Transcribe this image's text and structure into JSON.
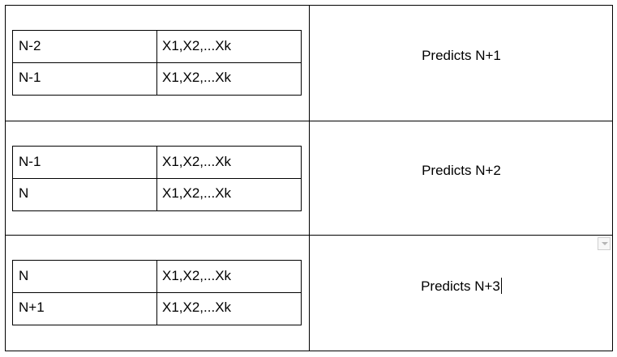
{
  "rows": [
    {
      "inner": [
        {
          "label": "N-2",
          "features": "X1,X2,...Xk"
        },
        {
          "label": "N-1",
          "features": "X1,X2,...Xk"
        }
      ],
      "prediction": "Predicts N+1"
    },
    {
      "inner": [
        {
          "label": "N-1",
          "features": "X1,X2,...Xk"
        },
        {
          "label": "N",
          "features": "X1,X2,...Xk"
        }
      ],
      "prediction": "Predicts N+2"
    },
    {
      "inner": [
        {
          "label": "N",
          "features": "X1,X2,...Xk"
        },
        {
          "label": "N+1",
          "features": "X1,X2,...Xk"
        }
      ],
      "prediction": "Predicts N+3"
    }
  ],
  "icons": {
    "dropdown": "chevron-down-icon",
    "cursor": "text-cursor"
  }
}
